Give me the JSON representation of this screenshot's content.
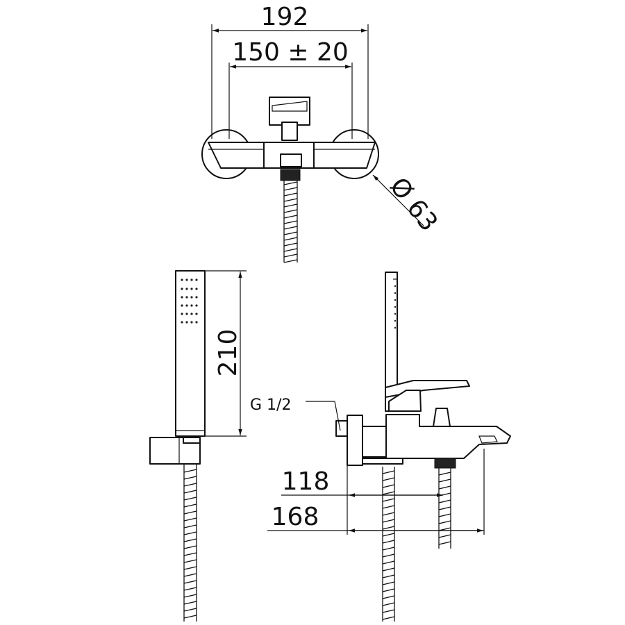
{
  "dimensions": {
    "overall_width": "192",
    "centre_distance": "150 ± 20",
    "rosette_diameter": "Ø 63",
    "hand_shower_length": "210",
    "inlet_thread": "G 1/2",
    "projection_outlet": "118",
    "projection_spout": "168"
  },
  "colors": {
    "line": "#111111",
    "background": "#ffffff"
  }
}
